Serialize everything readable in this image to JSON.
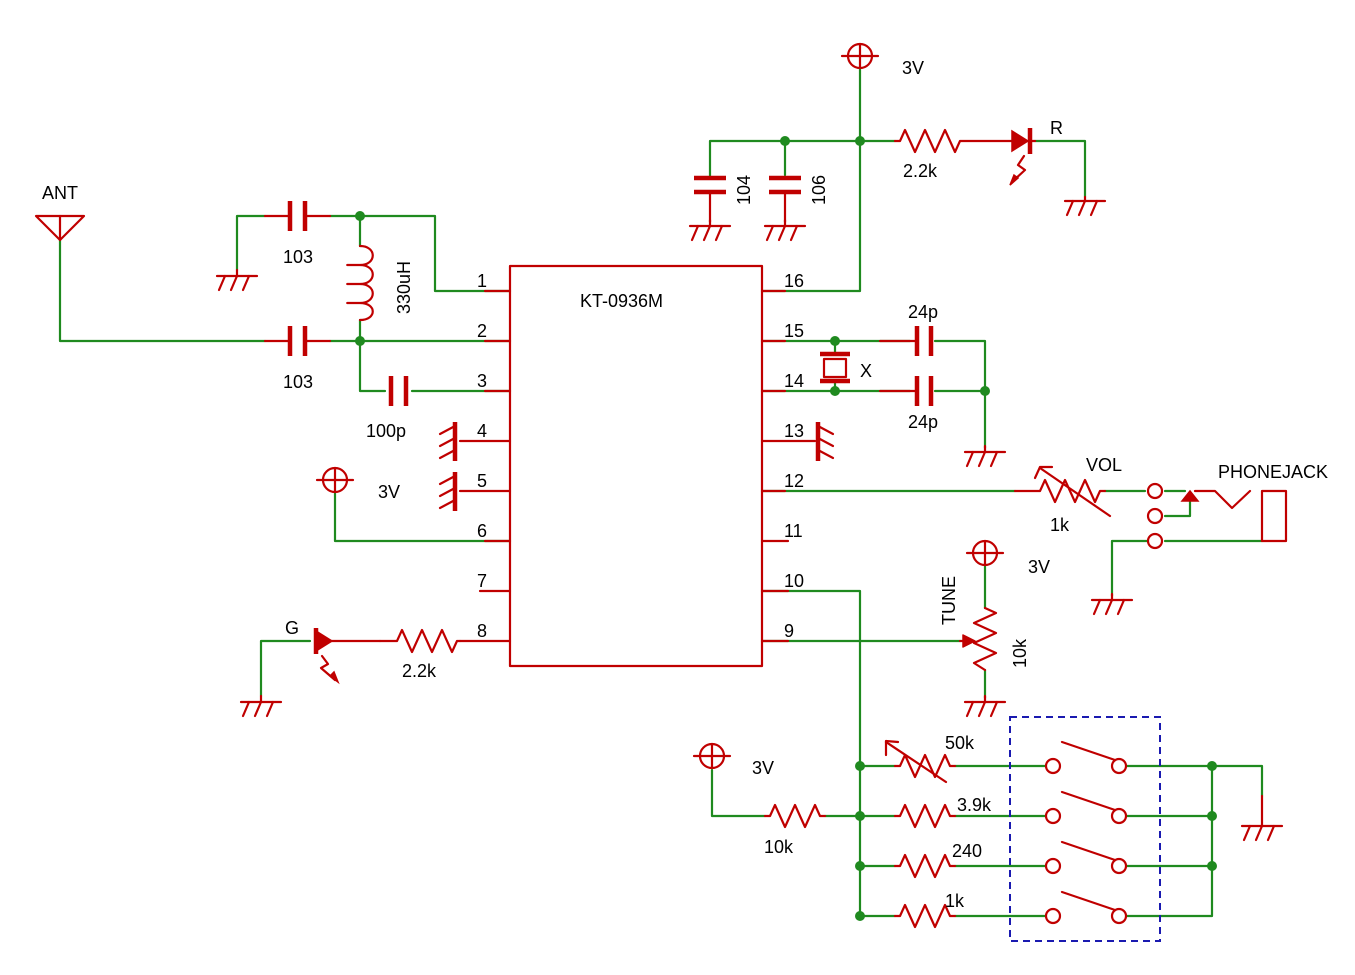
{
  "ic": {
    "part": "KT-0936M"
  },
  "pins": [
    "1",
    "2",
    "3",
    "4",
    "5",
    "6",
    "7",
    "8",
    "16",
    "15",
    "14",
    "13",
    "12",
    "11",
    "10",
    "9"
  ],
  "labels": {
    "ant": "ANT",
    "c_ant_top": "103",
    "c_ant_bot": "103",
    "l_ant": "330uH",
    "c_pin3": "100p",
    "vcc_pin6": "3V",
    "led_green": "G",
    "r_led_green": "2.2k",
    "vcc_top": "3V",
    "c_104": "104",
    "c_106": "106",
    "r_led_red": "2.2k",
    "led_red": "R",
    "c_xtal_top": "24p",
    "c_xtal_bot": "24p",
    "xtal": "X",
    "vol": "VOL",
    "r_vol": "1k",
    "phonejack": "PHONEJACK",
    "vcc_tune": "3V",
    "tune": "TUNE",
    "r_tune": "10k",
    "vcc_band": "3V",
    "r_pullup": "10k",
    "r_50k": "50k",
    "r_3k9": "3.9k",
    "r_240": "240",
    "r_1k": "1k"
  }
}
